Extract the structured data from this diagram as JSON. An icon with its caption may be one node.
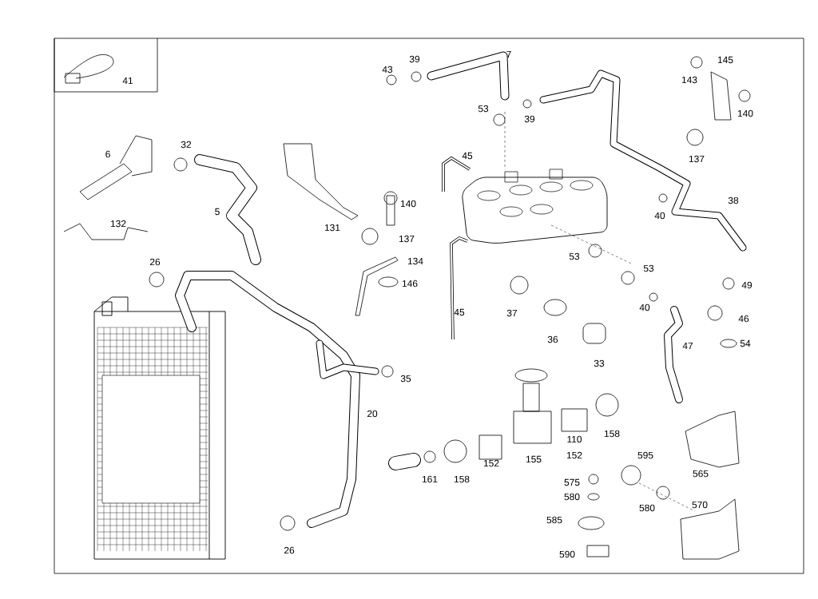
{
  "diagram": {
    "labels": [
      "41",
      "7",
      "43",
      "39",
      "145",
      "143",
      "53",
      "39",
      "140",
      "6",
      "32",
      "45",
      "137",
      "140",
      "38",
      "5",
      "40",
      "132",
      "131",
      "137",
      "53",
      "53",
      "134",
      "26",
      "146",
      "49",
      "37",
      "45",
      "40",
      "46",
      "36",
      "47",
      "54",
      "33",
      "35",
      "20",
      "110",
      "158",
      "152",
      "595",
      "152",
      "155",
      "161",
      "158",
      "565",
      "575",
      "580",
      "580",
      "570",
      "585",
      "26",
      "590"
    ]
  }
}
